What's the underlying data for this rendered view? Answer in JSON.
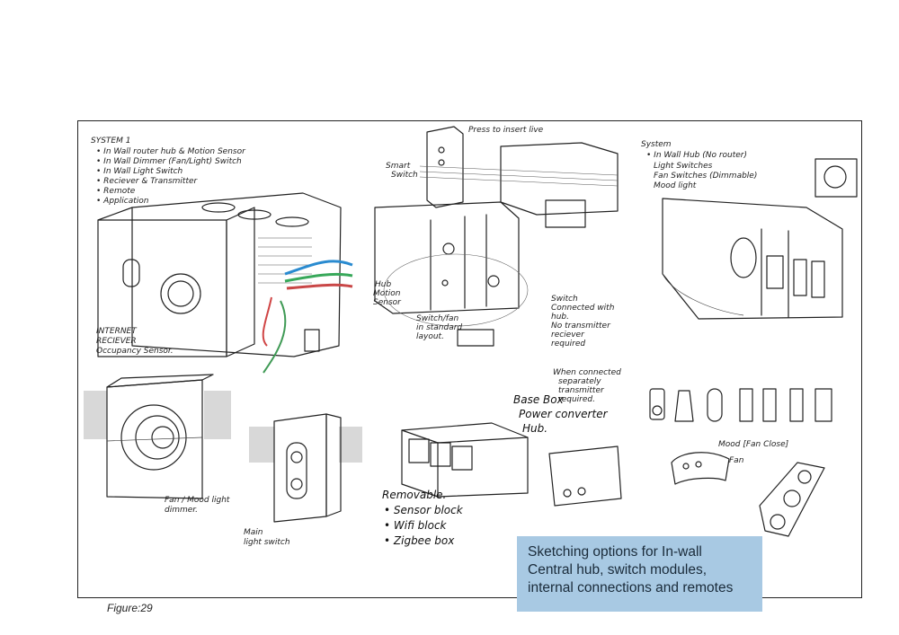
{
  "caption": {
    "lines": [
      "Sketching options for In-wall",
      "Central hub, switch modules,",
      "internal connections and remotes"
    ]
  },
  "figure_label": "Figure:29",
  "notes": {
    "system1_title": "SYSTEM 1",
    "system1_items": [
      "• In Wall router hub & Motion Sensor",
      "• In Wall Dimmer (Fan/Light) Switch",
      "• In Wall Light Switch",
      "• Reciever & Transmitter",
      "• Remote",
      "• Application"
    ],
    "internet_receiver": [
      "INTERNET",
      "RECIEVER",
      "Occupancy Sensor."
    ],
    "press_to_insert": "Press to insert live",
    "smart_switch": [
      "Smart",
      "Switch"
    ],
    "hub_motion": [
      "Hub",
      "Motion",
      "Sensor"
    ],
    "switch_fan": [
      "Switch/fan",
      "in standard",
      "layout."
    ],
    "switch_connected": [
      "Switch",
      "Connected with",
      "hub.",
      "No transmitter",
      "reciever",
      "required"
    ],
    "system2_title": "System",
    "system2_items": [
      "• In Wall Hub (No router)",
      "Light Switches",
      "Fan Switches (Dimmable)",
      "Mood light"
    ],
    "when_connected": [
      "When connected",
      "separately",
      "transmitter",
      "required."
    ],
    "base_box": [
      "Base Box",
      "Power converter",
      "Hub."
    ],
    "removable": "Removable.",
    "blocks": [
      "• Sensor block",
      "• Wifi block",
      "• Zigbee box"
    ],
    "fan_mood": [
      "Fan / Mood light",
      "dimmer."
    ],
    "main_light": [
      "Main",
      "light switch"
    ],
    "mood_fan_close": "Mood [Fan Close]",
    "fan_label": "Fan"
  }
}
